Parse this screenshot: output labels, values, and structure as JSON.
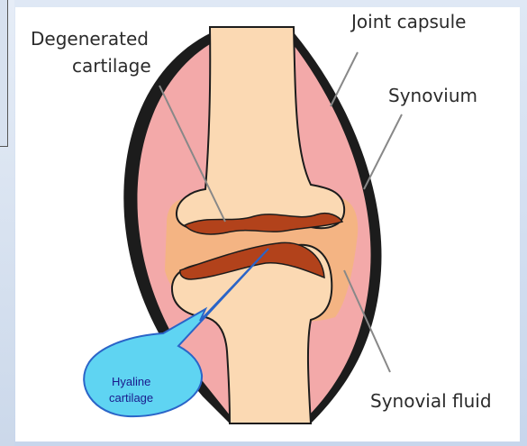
{
  "labels": {
    "degenerated_cartilage_line1": "Degenerated",
    "degenerated_cartilage_line2": "cartilage",
    "joint_capsule": "Joint capsule",
    "synovium": "Synovium",
    "synovial_fluid": "Synovial fluid"
  },
  "callout": {
    "line1": "Hyaline",
    "line2": "cartilage"
  },
  "colors": {
    "bone": "#fbd9b3",
    "synovium": "#f3a9a9",
    "synovial_fluid": "#f4b483",
    "cartilage": "#b2421b",
    "capsule_outline": "#1c1c1c",
    "callout_fill": "#5fd4f2",
    "callout_stroke": "#2a64c8",
    "leader_line": "#888888"
  }
}
